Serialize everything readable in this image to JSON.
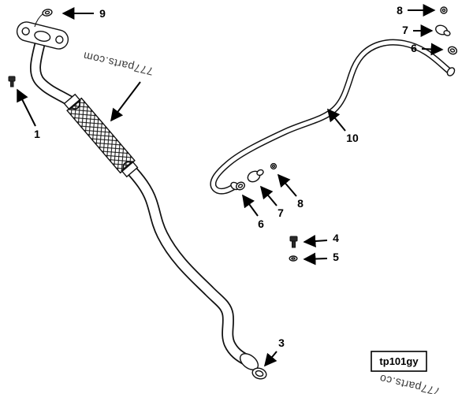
{
  "figure": {
    "watermark_main": "777parts.com",
    "watermark_corner": "777parts.co",
    "code": "tp101gy",
    "callouts": {
      "c1": "1",
      "c3": "3",
      "c4": "4",
      "c5": "5",
      "c6_top": "6",
      "c7_top": "7",
      "c8_top": "8",
      "c6_mid": "6",
      "c7_mid": "7",
      "c8_mid": "8",
      "c9": "9",
      "c10": "10"
    }
  }
}
